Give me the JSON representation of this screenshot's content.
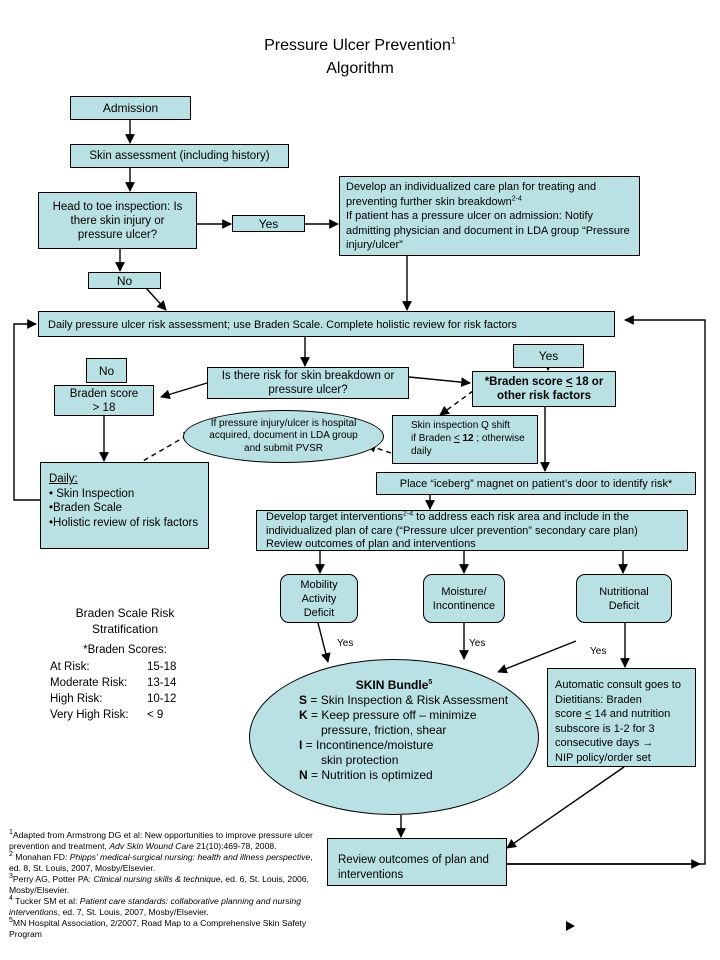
{
  "title": {
    "line1": "Pressure Ulcer Prevention",
    "sup": "1",
    "line2": "Algorithm"
  },
  "nodes": {
    "admission": "Admission",
    "skin_assessment": "Skin assessment (including history)",
    "head_to_toe": "Head to toe inspection: Is there skin injury or pressure ulcer?",
    "yes_top": "Yes",
    "no_top": "No",
    "care_plan": {
      "line1": "Develop an individualized care plan for treating and preventing further skin breakdown",
      "sup": "2-4",
      "line2": "If patient has a pressure ulcer on admission: Notify admitting physician and document in LDA group “Pressure injury/ulcer”"
    },
    "daily_assessment": "Daily pressure ulcer risk assessment; use Braden Scale.  Complete holistic review for risk factors",
    "no_left": "No",
    "braden_gt18": "Braden score > 18",
    "risk_question": "Is there risk for skin breakdown or pressure ulcer?",
    "yes_right": "Yes",
    "braden_le18": {
      "prefix": "*Braden score ",
      "le": "<",
      "suffix": " 18 or other risk factors"
    },
    "hospital_acquired": "If pressure injury/ulcer is hospital acquired, document in LDA group and submit PVSR",
    "skin_inspection_q": {
      "line1": "Skin inspection Q shift",
      "line2_prefix": "if Braden ",
      "le": "<",
      "bold": "12",
      "line2_suffix": " ; otherwise",
      "line3": "daily"
    },
    "daily": {
      "heading": "Daily:",
      "items": [
        "• Skin Inspection",
        "•Braden Scale",
        "•Holistic review of risk factors"
      ]
    },
    "iceberg": "Place “iceberg” magnet on patient’s door to identify risk*",
    "targets": {
      "prefix": "Develop target interventions",
      "sup": "2-4",
      "suffix": " to address each risk area and include in the individualized plan of care (“Pressure ulcer prevention” secondary care plan)",
      "line3": "Review outcomes of plan and interventions"
    },
    "mobility": "Mobility Activity Deficit",
    "moisture": "Moisture/ Incontinence",
    "nutritional": "Nutritional Deficit",
    "yes_a": "Yes",
    "yes_b": "Yes",
    "yes_c": "Yes",
    "skin_bundle": {
      "title": "SKIN Bundle",
      "sup": "5",
      "rows": [
        {
          "letter": "S",
          "sep": " = ",
          "text": "Skin Inspection & Risk Assessment"
        },
        {
          "letter": "K",
          "sep": " = ",
          "text": "Keep pressure off – minimize"
        },
        {
          "letter": "",
          "sep": "",
          "text": "pressure, friction, shear"
        },
        {
          "letter": "I",
          "sep": " =  ",
          "text": "Incontinence/moisture"
        },
        {
          "letter": "",
          "sep": "",
          "text": "skin protection"
        },
        {
          "letter": "N",
          "sep": " = ",
          "text": "Nutrition is optimized"
        }
      ]
    },
    "dietitian": {
      "line1": "Automatic consult goes to Dietitians: Braden",
      "line2_prefix": "score ",
      "le": "<",
      "line2_suffix": " 14 and nutrition",
      "line3": "subscore is 1-2 for 3",
      "line4": "consecutive days →",
      "line5": "NIP policy/order set"
    },
    "review_outcomes": "Review outcomes of plan and interventions"
  },
  "stratification": {
    "title": "Braden Scale Risk Stratification",
    "subtitle": "*Braden Scores:",
    "rows": [
      {
        "label": "At Risk:",
        "value": "15-18"
      },
      {
        "label": "Moderate Risk:",
        "value": "13-14"
      },
      {
        "label": "High Risk:",
        "value": "10-12"
      },
      {
        "label": "Very High Risk:",
        "value": "< 9"
      }
    ]
  },
  "footnotes": [
    {
      "sup": "1",
      "plain": "Adapted from Armstrong DG et al: New opportunities to improve pressure ulcer prevention and treatment, ",
      "ital": "Adv Skin Wound Care",
      "rest": " 21(10):469-78, 2008."
    },
    {
      "sup": "2",
      "plain": " Monahan FD: ",
      "ital": "Phipps' medical-surgical nursing: health and illness perspective",
      "rest": ", ed. 8, St. Louis, 2007, Mosby/Elsevier."
    },
    {
      "sup": "3",
      "plain": "Perry AG, Potter PA: ",
      "ital": "Clinical nursing skills & technique",
      "rest": ", ed. 6, St. Louis, 2006, Mosby/Elsevier."
    },
    {
      "sup": "4",
      "plain": " Tucker SM et al: ",
      "ital": "Patient care standards: collaborative planning and nursing interventions",
      "rest": ", ed. 7, St. Louis, 2007, Mosby/Elsevier."
    },
    {
      "sup": "5",
      "plain": "MN Hospital Association, 2/2007, Road Map to a Comprehensive Skin Safety Program",
      "ital": "",
      "rest": ""
    }
  ],
  "next_slide_icon": "play-triangle-icon"
}
